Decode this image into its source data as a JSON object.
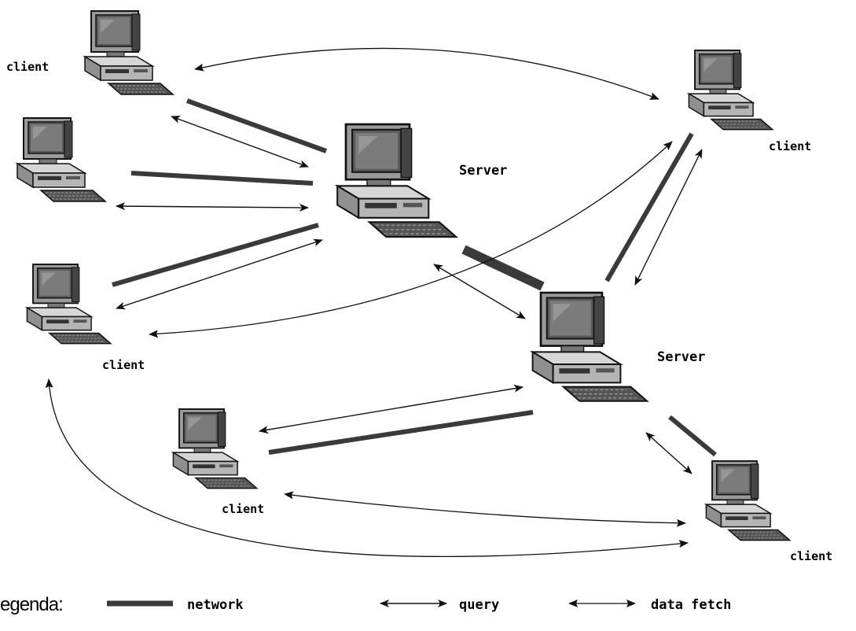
{
  "nodes": {
    "client_top_left": "client",
    "client_top_right": "client",
    "client_mid_left": "client",
    "client_bottom_center": "client",
    "client_bottom_right": "client",
    "server_main": "Server",
    "server_secondary": "Server"
  },
  "legend": {
    "title": "egenda:",
    "network": "network",
    "query": "query",
    "data_fetch": "data fetch"
  }
}
